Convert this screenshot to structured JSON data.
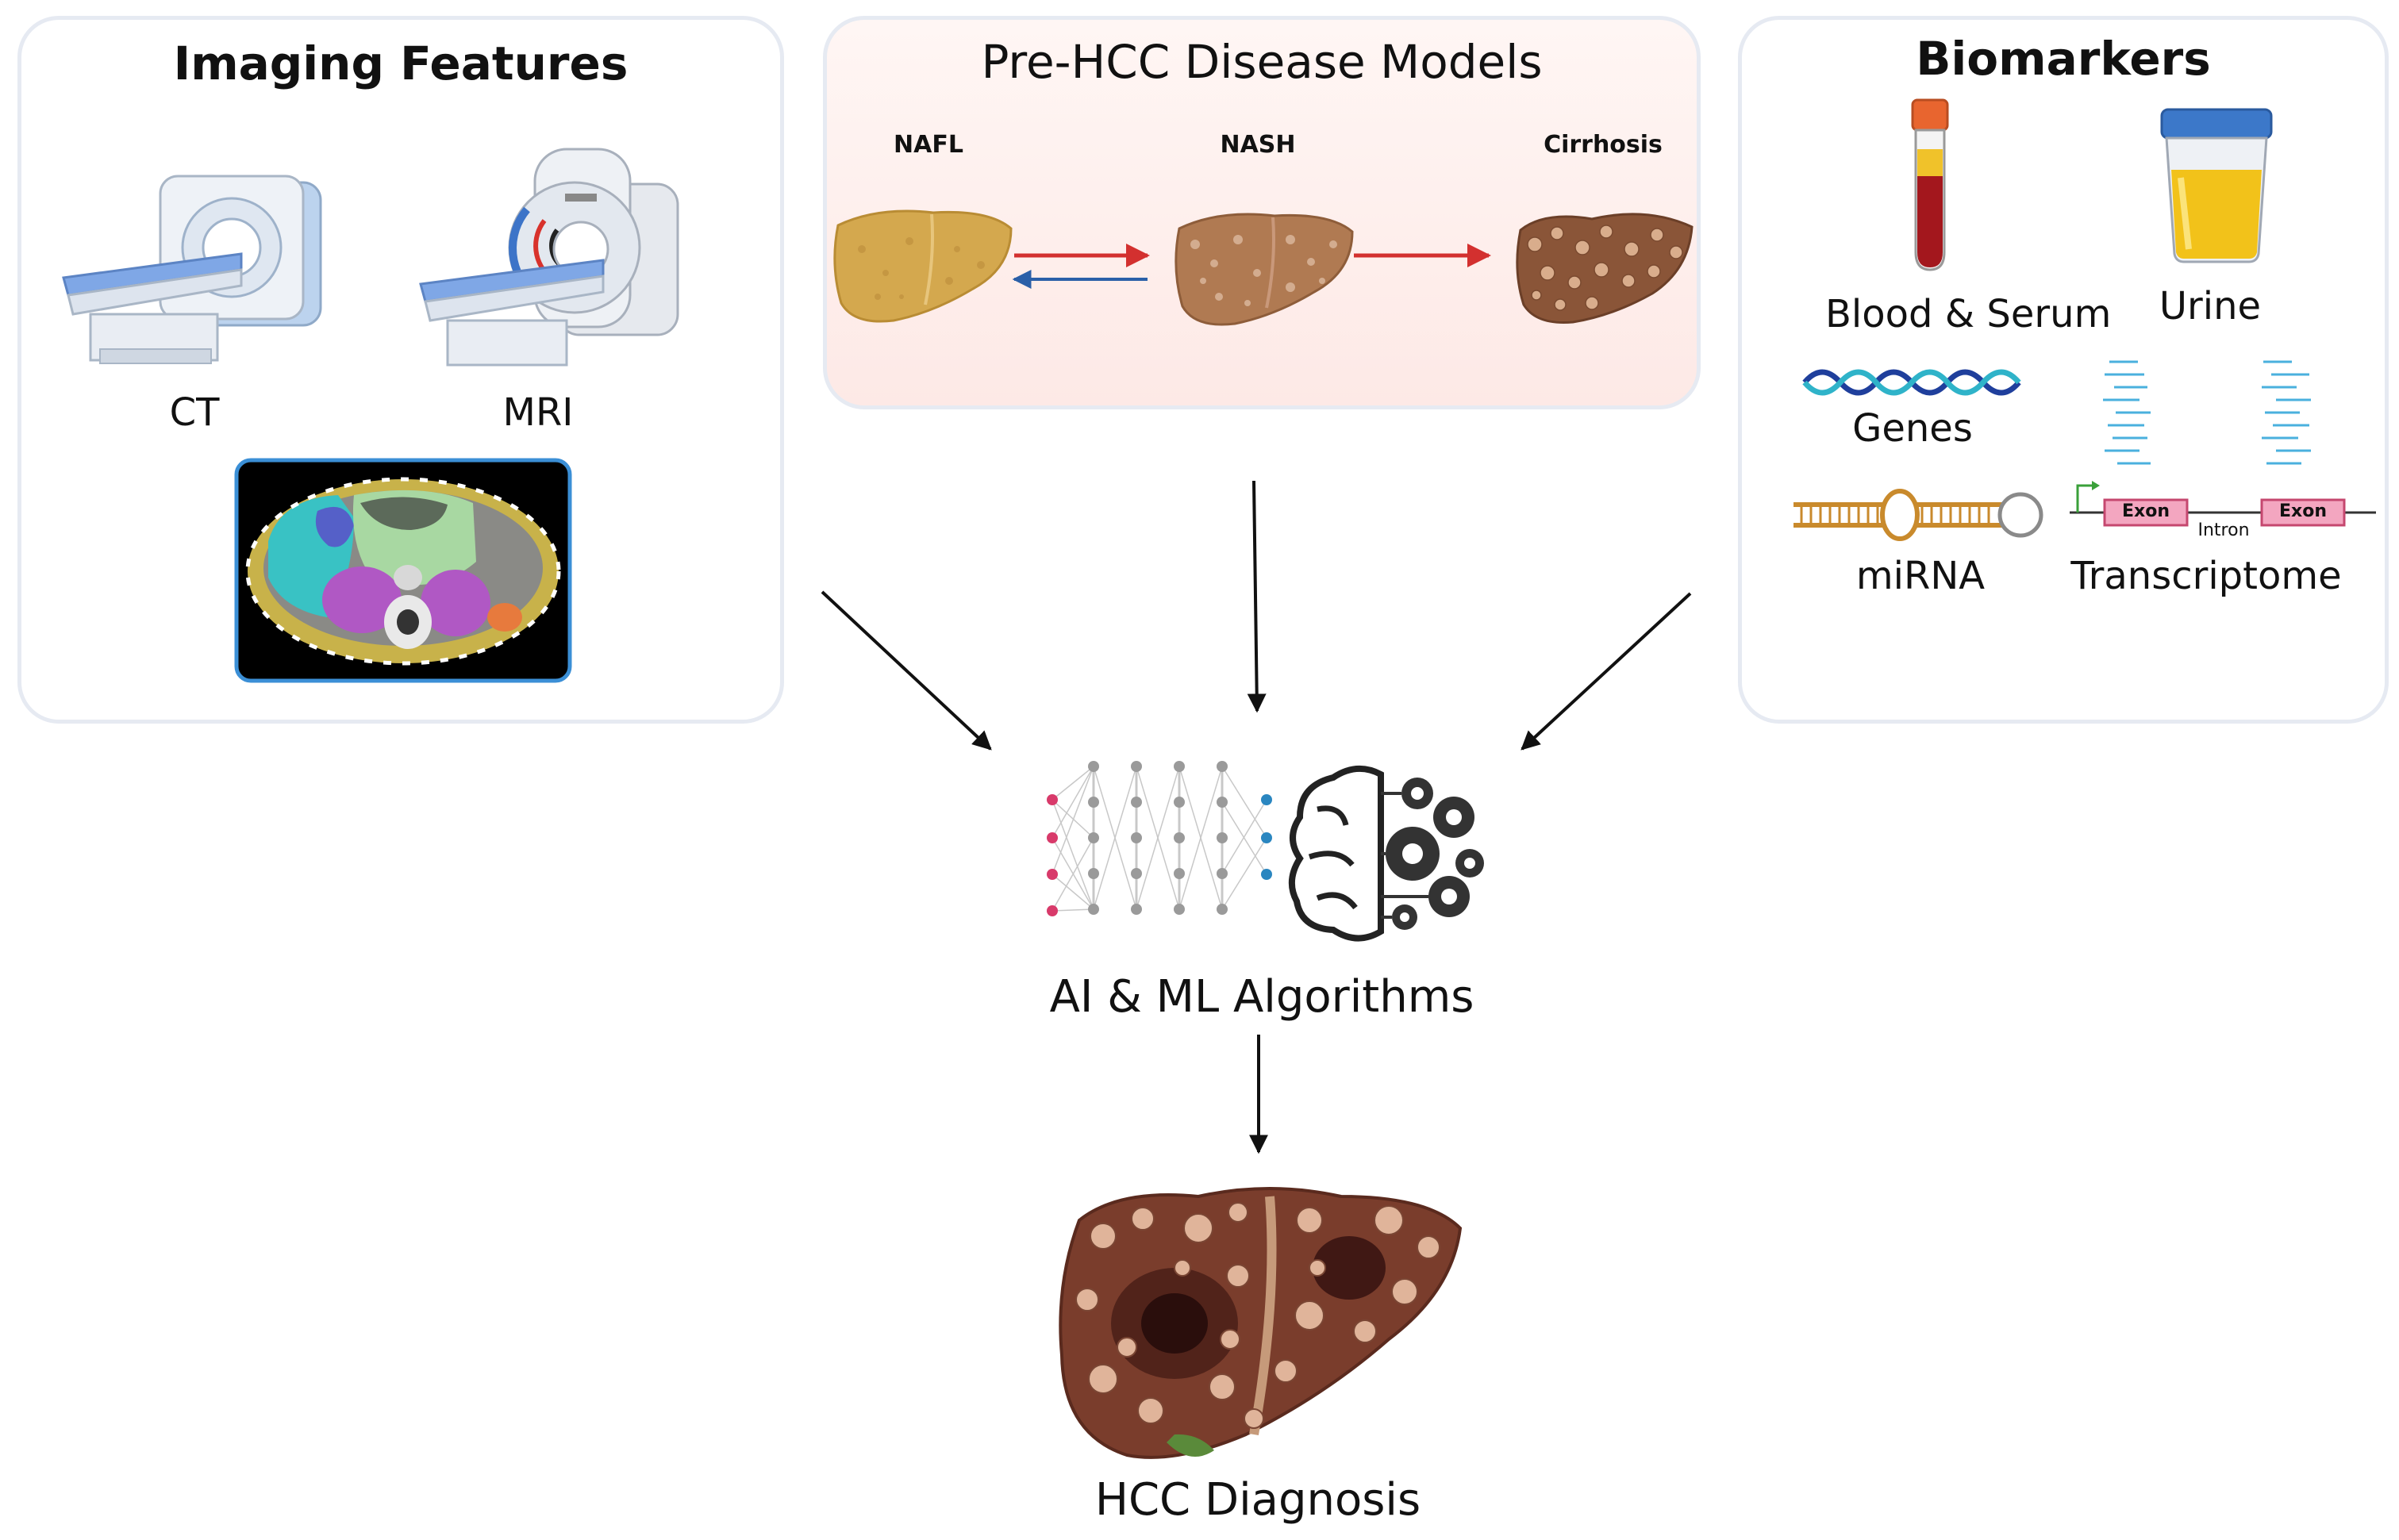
{
  "imaging": {
    "title": "Imaging Features",
    "ct_label": "CT",
    "mri_label": "MRI"
  },
  "disease_models": {
    "title": "Pre-HCC Disease Models",
    "stages": [
      "NAFL",
      "NASH",
      "Cirrhosis"
    ]
  },
  "biomarkers": {
    "title": "Biomarkers",
    "blood_label": "Blood & Serum",
    "urine_label": "Urine",
    "genes_label": "Genes",
    "mirna_label": "miRNA",
    "transcriptome_label": "Transcriptome",
    "exon_label": "Exon",
    "intron_label": "Intron"
  },
  "ai": {
    "label": "AI & ML Algorithms"
  },
  "diagnosis": {
    "label": "HCC Diagnosis"
  },
  "colors": {
    "panel_border": "#e6eaf2",
    "arrow_red": "#d3302f",
    "arrow_blue": "#2a5fa8",
    "nafl_liver": "#d4a84e",
    "nash_liver": "#b07a52",
    "cirrhosis_liver": "#8a5538",
    "hcc_liver": "#7a3d2c",
    "blood": "#a3171d",
    "urine": "#f2c21a",
    "exon": "#f3a6c0"
  }
}
